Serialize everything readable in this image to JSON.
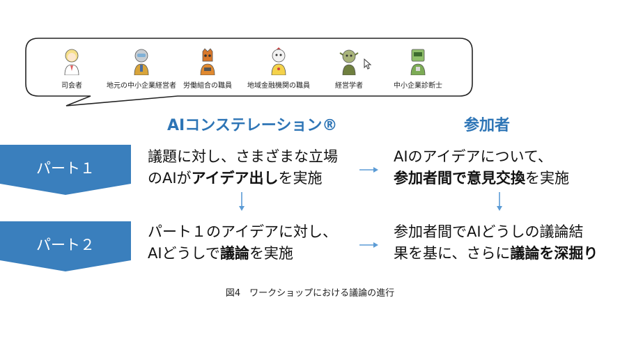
{
  "personas": [
    {
      "label": "司会者",
      "icon": "facilitator-avatar-icon"
    },
    {
      "label": "地元の中小企業経営者",
      "icon": "sme-owner-avatar-icon"
    },
    {
      "label": "労働組合の職員",
      "icon": "union-staff-avatar-icon"
    },
    {
      "label": "地域金融機関の職員",
      "icon": "bank-staff-avatar-icon"
    },
    {
      "label": "経営学者",
      "icon": "management-scholar-avatar-icon"
    },
    {
      "label": "中小企業診断士",
      "icon": "consultant-avatar-icon"
    }
  ],
  "headers": {
    "ai": "AIコンステレーション®",
    "participants": "参加者"
  },
  "parts": [
    {
      "label": "パート１"
    },
    {
      "label": "パート２"
    }
  ],
  "cells": {
    "p1_ai_l1": "議題に対し、さまざまな立場",
    "p1_ai_l2_a": "のAIが",
    "p1_ai_l2_b": "アイデア出し",
    "p1_ai_l2_c": "を実施",
    "p1_pt_l1": "AIのアイデアについて、",
    "p1_pt_l2_a": "参加者間で意見交換",
    "p1_pt_l2_b": "を実施",
    "p2_ai_l1": "パート１のアイデアに対し、",
    "p2_ai_l2_a": "AIどうしで",
    "p2_ai_l2_b": "議論",
    "p2_ai_l2_c": "を実施",
    "p2_pt_l1": "参加者間でAIどうしの議論結",
    "p2_pt_l2_a": "果を基に、さらに",
    "p2_pt_l2_b": "議論を深掘り"
  },
  "caption": "図4　ワークショップにおける議論の進行",
  "colors": {
    "accent": "#2e75b6",
    "chevron": "#3a7fbd",
    "arrow": "#5b9bd5"
  }
}
